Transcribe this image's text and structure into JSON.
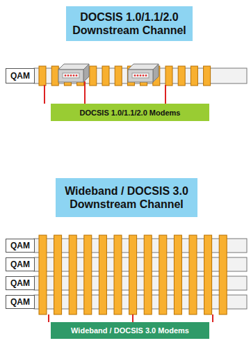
{
  "diagram": {
    "nodes": [
      {
        "text": [
          "DOCSIS 1.0/1.1/2.0 Downstream Channel"
        ]
      },
      {
        "text": [
          "QAM"
        ]
      },
      {
        "text": [
          "DOCSIS 1.0/1.1/2.0 Modems"
        ]
      },
      {
        "text": [
          "Wideband / DOCSIS 3.0 Downstream Channel"
        ]
      },
      {
        "text": [
          "QAM"
        ]
      },
      {
        "text": [
          "QAM"
        ]
      },
      {
        "text": [
          "QAM"
        ]
      },
      {
        "text": [
          "QAM"
        ]
      },
      {
        "text": [
          "Wideband / DOCSIS 3.0 Modems"
        ]
      }
    ]
  }
}
